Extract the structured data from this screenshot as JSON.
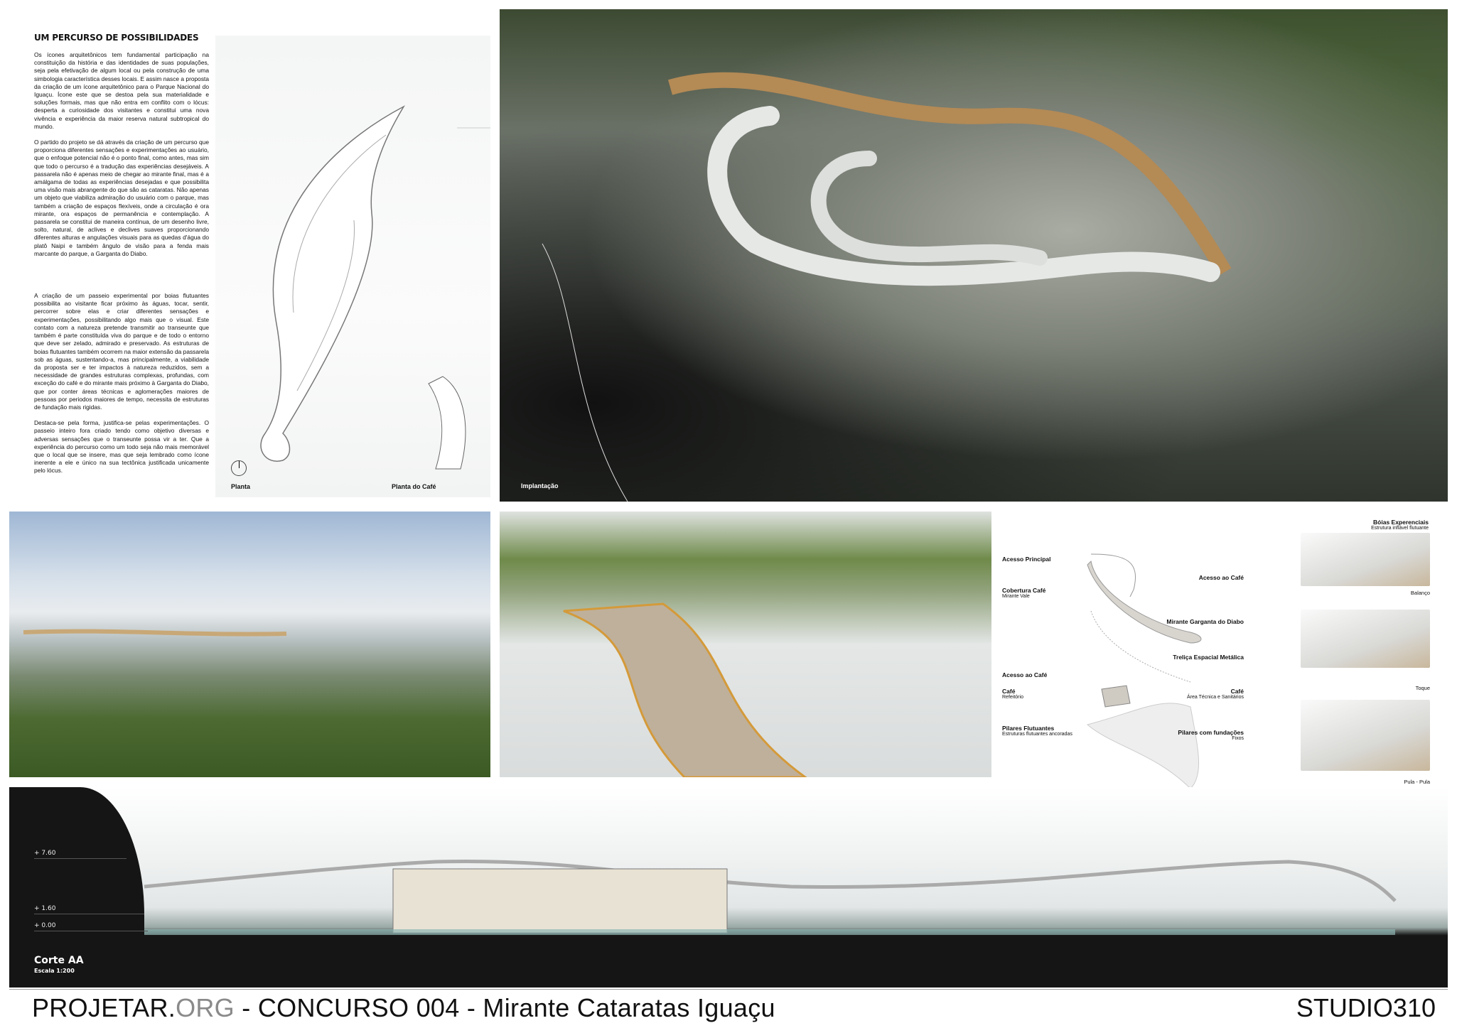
{
  "text": {
    "title": "UM PERCURSO DE POSSIBILIDADES",
    "paragraphs": [
      "Os ícones arquitetônicos tem fundamental participação na constituição da história e das identidades de suas populações, seja pela efetivação de algum local ou pela construção de uma simbologia característica desses locais. E assim nasce a proposta da criação de um ícone arquitetônico para o Parque Nacional do Iguaçu. Ícone este que se destoa pela sua materialidade e soluções formais, mas que não entra em conflito com o lócus: desperta a curiosidade dos visitantes e constitui uma nova vivência e experiência da maior reserva natural subtropical do mundo.",
      "O partido do projeto se dá através da criação de um percurso que proporciona diferentes sensações e experimentações ao usuário, que o enfoque potencial não é o ponto final, como antes, mas sim que todo o percurso é a tradução das experiências desejáveis. A passarela não é apenas meio de chegar ao mirante final, mas é a amálgama de todas as experiências desejadas e que possibilita uma visão mais abrangente do que são as cataratas. Não apenas um objeto que viabiliza admiração do usuário com o parque, mas também a criação de espaços flexíveis, onde a circulação é ora mirante, ora espaços de permanência e contemplação. A passarela se constitui de maneira contínua, de um desenho livre, solto, natural, de aclives e declives suaves proporcionando diferentes alturas e angulações visuais para as quedas d'água do platô Naipi e também ângulo de visão para a fenda mais marcante do parque, a Garganta do Diabo.",
      "A criação de um passeio experimental por boias flutuantes possibilita ao visitante ficar próximo às águas, tocar, sentir, percorrer sobre elas e criar diferentes sensações e experimentações, possibilitando algo mais que o visual. Este contato com a natureza pretende transmitir ao transeunte que também é parte constituída viva do parque e de todo o entorno que deve ser zelado, admirado e preservado. As estruturas de boias flutuantes também ocorrem na maior extensão da passarela sob as águas, sustentando-a, mas principalmente, a viabilidade da proposta ser e ter impactos à natureza reduzidos, sem a necessidade de grandes estruturas complexas, profundas, com exceção do café e do mirante mais próximo à Garganta do Diabo, que por conter áreas técnicas e aglomerações maiores de pessoas por periodos maiores de tempo, necessita de estruturas de fundação mais rigidas.",
      "Destaca-se pela forma, justifica-se pelas experimentações. O passeio inteiro fora criado tendo como objetivo diversas e adversas sensações que o transeunte possa vir a ter. Que a experiência do percurso como um todo seja não mais memorável que o local que se insere, mas que seja lembrado como ícone inerente a ele e único na sua tectônica justificada unicamente pelo lócus."
    ]
  },
  "plan": {
    "label_planta": "Planta",
    "label_cafe": "Planta do Café"
  },
  "implant": {
    "label": "Implantação"
  },
  "diagram": {
    "left": [
      {
        "title": "Acesso Principal",
        "sub": ""
      },
      {
        "title": "Cobertura Café",
        "sub": "Mirante Vale"
      },
      {
        "title": "Acesso ao Café",
        "sub": ""
      },
      {
        "title": "Café",
        "sub": "Refeitório"
      },
      {
        "title": "Pilares Flutuantes",
        "sub": "Estruturas flutuantes ancoradas"
      }
    ],
    "right": [
      {
        "title": "Bóias Experenciais",
        "sub": "Estrutura inflável flutuante"
      },
      {
        "title": "Acesso ao Café",
        "sub": ""
      },
      {
        "title": "Mirante Garganta do Diabo",
        "sub": ""
      },
      {
        "title": "Treliça Espacial Metálica",
        "sub": ""
      },
      {
        "title": "Café",
        "sub": "Área Técnica  e Sanitários"
      },
      {
        "title": "Pilares com fundações",
        "sub": "Fixos"
      }
    ],
    "thumbs": [
      "Balanço",
      "Toque",
      "Pula - Pula"
    ]
  },
  "section": {
    "levels": [
      "+ 7.60",
      "+ 1.60",
      "+ 0.00"
    ],
    "title": "Corte AA",
    "scale": "Escala 1:200"
  },
  "footer": {
    "title_a": "PROJETAR.",
    "title_org": "ORG",
    "title_b": " - CONCURSO 004 - Mirante Cataratas Iguaçu",
    "studio": "STUDIO310"
  }
}
